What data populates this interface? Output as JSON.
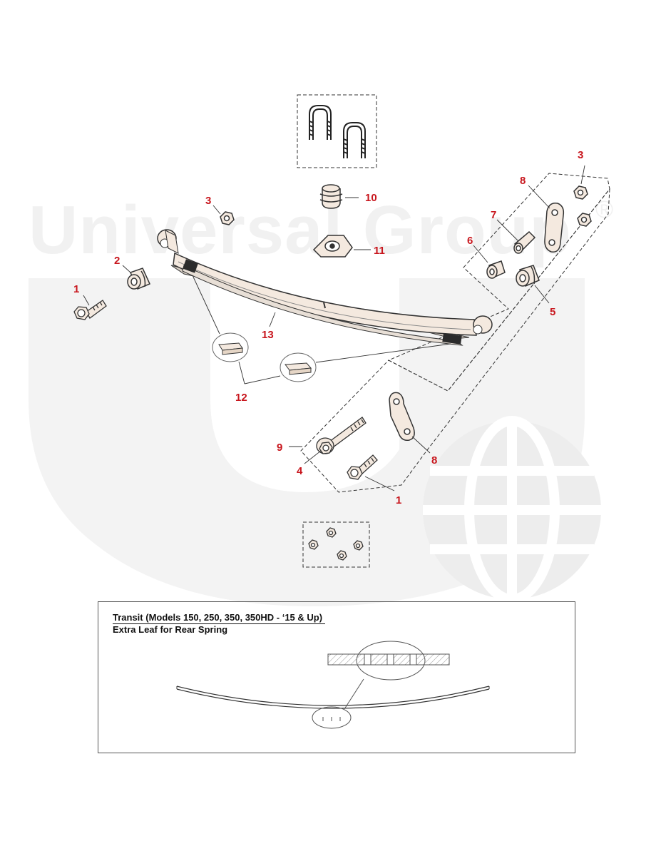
{
  "colors": {
    "callout": "#c8161d",
    "line": "#222222",
    "watermark": "#f3f3f3",
    "part_fill": "#f4e9df",
    "part_stroke": "#333333",
    "pad_fill": "#2b2b2b"
  },
  "watermark": {
    "brand_text": "Universal Group",
    "registered_mark": "®"
  },
  "callouts": [
    {
      "id": "c1a",
      "label": "1"
    },
    {
      "id": "c2",
      "label": "2"
    },
    {
      "id": "c3a",
      "label": "3"
    },
    {
      "id": "c3b",
      "label": "3"
    },
    {
      "id": "c4",
      "label": "4"
    },
    {
      "id": "c5",
      "label": "5"
    },
    {
      "id": "c6",
      "label": "6"
    },
    {
      "id": "c7",
      "label": "7"
    },
    {
      "id": "c8a",
      "label": "8"
    },
    {
      "id": "c8b",
      "label": "8"
    },
    {
      "id": "c9",
      "label": "9"
    },
    {
      "id": "c10",
      "label": "10"
    },
    {
      "id": "c11",
      "label": "11"
    },
    {
      "id": "c12",
      "label": "12"
    },
    {
      "id": "c13",
      "label": "13"
    },
    {
      "id": "c1b",
      "label": "1"
    }
  ],
  "inset": {
    "title_line1": "Transit (Models 150, 250, 350, 350HD - ‘15 & Up)",
    "title_line2": "Extra Leaf for Rear Spring"
  }
}
